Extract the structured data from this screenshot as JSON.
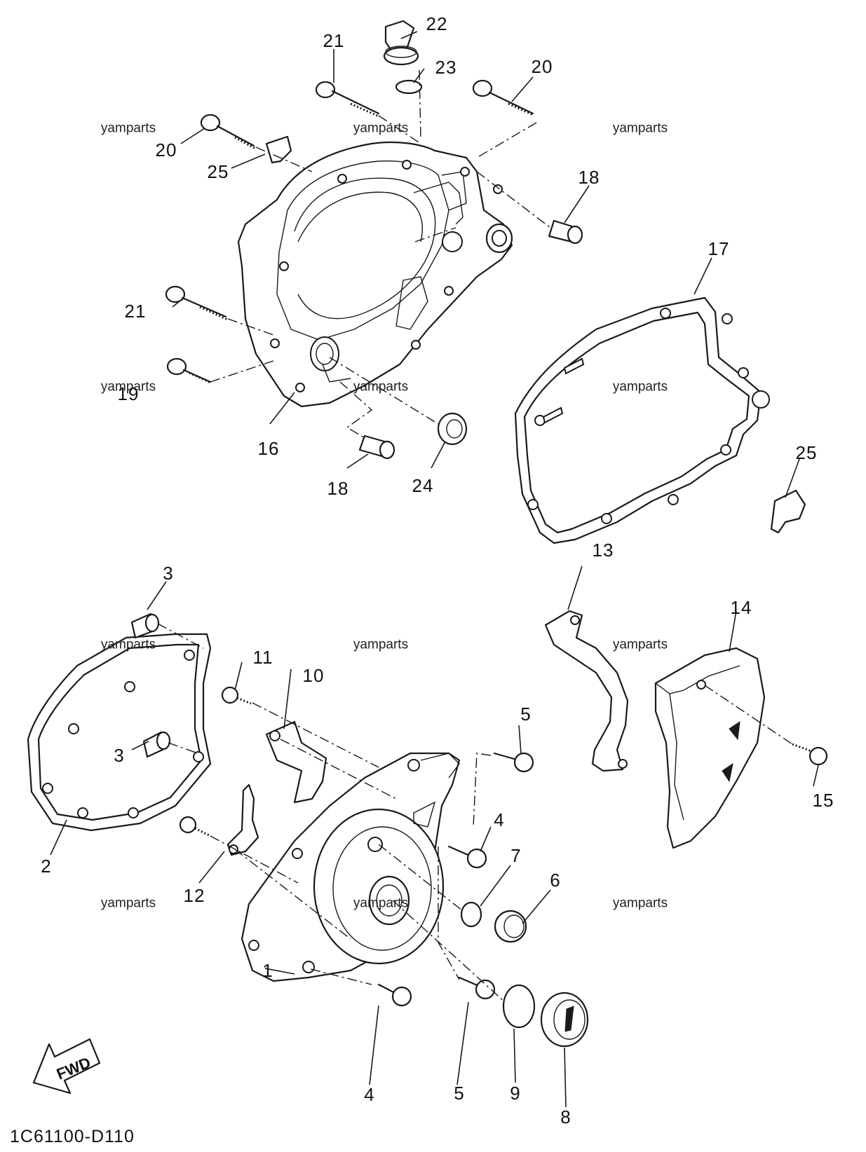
{
  "diagram": {
    "code": "1C61100-D110",
    "direction_label": "FWD",
    "watermark": "yamparts",
    "callouts": {
      "c1": "1",
      "c2": "2",
      "c3a": "3",
      "c3b": "3",
      "c4a": "4",
      "c4b": "4",
      "c5a": "5",
      "c5b": "5",
      "c6": "6",
      "c7": "7",
      "c8": "8",
      "c9": "9",
      "c10": "10",
      "c11": "11",
      "c12": "12",
      "c13": "13",
      "c14": "14",
      "c15": "15",
      "c16": "16",
      "c17": "17",
      "c18a": "18",
      "c18b": "18",
      "c19": "19",
      "c20a": "20",
      "c20b": "20",
      "c21a": "21",
      "c21b": "21",
      "c22": "22",
      "c23": "23",
      "c24": "24",
      "c25a": "25",
      "c25b": "25"
    }
  }
}
